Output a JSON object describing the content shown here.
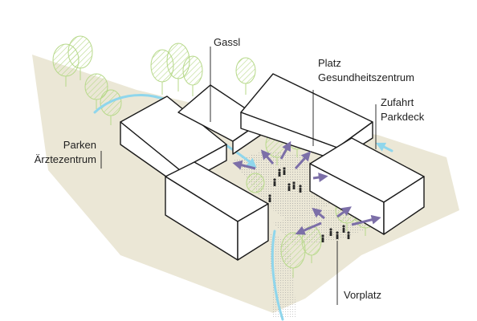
{
  "labels": {
    "gassl": "Gassl",
    "platz": [
      "Platz",
      "Gesundheitszentrum"
    ],
    "zufahrt": [
      "Zufahrt",
      "Parkdeck"
    ],
    "parken": [
      "Parken",
      "Ärztezentrum"
    ],
    "vorplatz": "Vorplatz"
  },
  "colors": {
    "ground": "#ebe7d6",
    "tree_stroke": "#b7d98a",
    "tree_fill": "#e6f2d2",
    "path": "#8fd6ec",
    "arrow": "#7c6fa8",
    "plaza_tint": "#eaeaea",
    "building_stroke": "#1a1a1a"
  },
  "icons": {
    "movement_arrow": "arrow-icon",
    "people": "person-icon",
    "trees": "tree-icon"
  }
}
